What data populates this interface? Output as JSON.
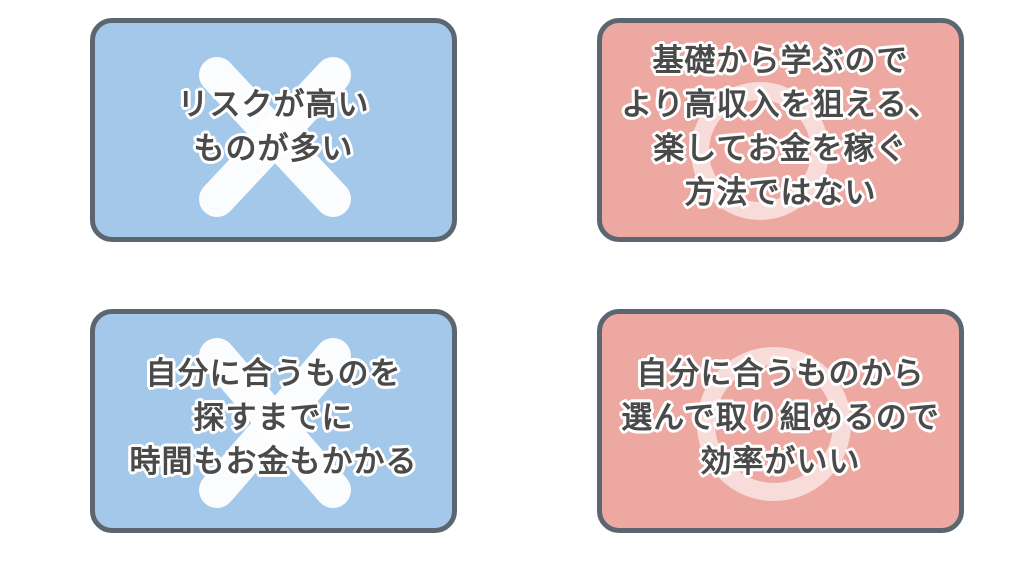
{
  "cards": [
    {
      "kind": "cross",
      "lines": [
        "リスクが高い",
        "ものが多い"
      ]
    },
    {
      "kind": "circle",
      "lines": [
        "基礎から学ぶので",
        "より高収入を狙える、",
        "楽してお金を稼ぐ",
        "方法ではない"
      ]
    },
    {
      "kind": "cross",
      "lines": [
        "自分に合うものを",
        "探すまでに",
        "時間もお金もかかる"
      ]
    },
    {
      "kind": "circle",
      "lines": [
        "自分に合うものから",
        "選んで取り組めるので",
        "効率がいい"
      ]
    }
  ],
  "colors": {
    "con_background": "#a3c8ea",
    "pro_background": "#eea8a2",
    "border": "#5b6670",
    "text": "#4a4a4a",
    "mark": "#ffffff"
  }
}
